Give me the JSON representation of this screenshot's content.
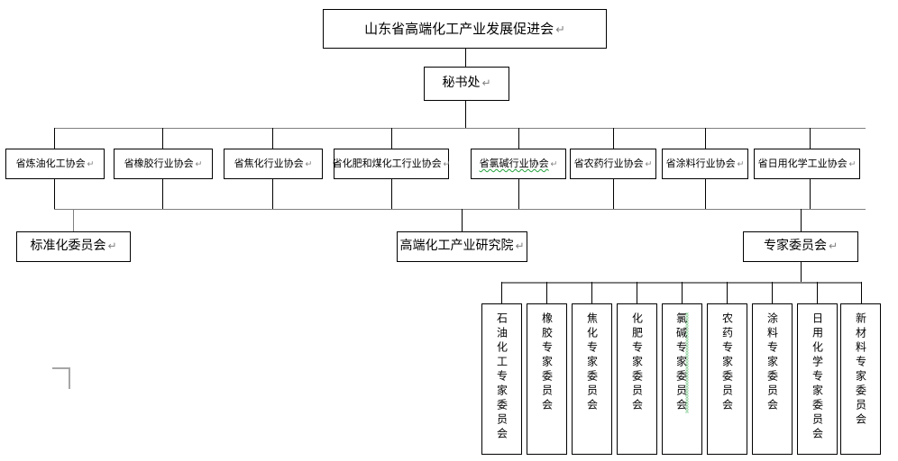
{
  "diagram": {
    "title": "山东省高端化工产业发展促进会",
    "pilcrow": "↵",
    "root": {
      "label": "山东省高端化工产业发展促进会",
      "mark": "↵"
    },
    "secretariat": {
      "label": "秘书处",
      "mark": "↵"
    },
    "associations": [
      {
        "label": "省炼油化工协会",
        "mark": "↵",
        "spellcheck": false
      },
      {
        "label": "省橡胶行业协会",
        "mark": "↵",
        "spellcheck": false
      },
      {
        "label": "省焦化行业协会",
        "mark": "↵",
        "spellcheck": false
      },
      {
        "label": "省化肥和煤化工行业协会",
        "mark": "↵",
        "spellcheck": false
      },
      {
        "label": "省氯碱行业协会",
        "mark": "↵",
        "spellcheck": true
      },
      {
        "label": "省农药行业协会",
        "mark": "↵",
        "spellcheck": false
      },
      {
        "label": "省涂料行业协会",
        "mark": "↵",
        "spellcheck": false
      },
      {
        "label": "省日用化学工业协会",
        "mark": "↵",
        "spellcheck": false
      }
    ],
    "middle": [
      {
        "label": "标准化委员会",
        "mark": "↵"
      },
      {
        "label": "高端化工产业研究院",
        "mark": "↵"
      },
      {
        "label": "专家委员会",
        "mark": "↵"
      }
    ],
    "expert_committees": [
      {
        "label": "石油化工专家委员会",
        "mark": "↵",
        "spellcheck": false
      },
      {
        "label": "橡胶专家委员会",
        "mark": "↵",
        "spellcheck": false
      },
      {
        "label": "焦化专家委员会",
        "mark": "↵",
        "spellcheck": false
      },
      {
        "label": "化肥专家委员会",
        "mark": "↵",
        "spellcheck": false
      },
      {
        "label": "氯碱专家委员会",
        "mark": "↵",
        "spellcheck": true
      },
      {
        "label": "农药专家委员会",
        "mark": "↵",
        "spellcheck": false
      },
      {
        "label": "涂料专家委员会",
        "mark": "↵",
        "spellcheck": false
      },
      {
        "label": "日用化学专家委员会",
        "mark": "↵",
        "spellcheck": false
      },
      {
        "label": "新材料专家委员会",
        "mark": "↵",
        "spellcheck": false
      }
    ],
    "colors": {
      "line": "#000000",
      "line_soft": "#808080",
      "box_border": "#000000",
      "background": "#ffffff",
      "text": "#000000",
      "spellcheck_underline": "#22a13a",
      "corner_mark": "#a6a6a6"
    }
  }
}
